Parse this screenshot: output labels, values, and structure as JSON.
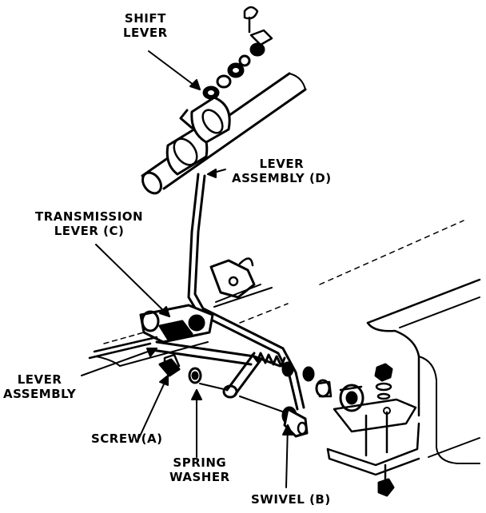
{
  "diagram": {
    "line_color": "#000000",
    "background": "#ffffff",
    "labels": {
      "shift_lever": [
        "SHIFT",
        "LEVER"
      ],
      "lever_assembly_d": [
        "LEVER",
        "ASSEMBLY (D)"
      ],
      "transmission_lever_c": [
        "TRANSMISSION",
        "LEVER (C)"
      ],
      "lever_assembly": [
        "LEVER",
        "ASSEMBLY"
      ],
      "screw_a": "SCREW(A)",
      "spring_washer": [
        "SPRING",
        "WASHER"
      ],
      "swivel_b": "SWIVEL (B)"
    }
  }
}
